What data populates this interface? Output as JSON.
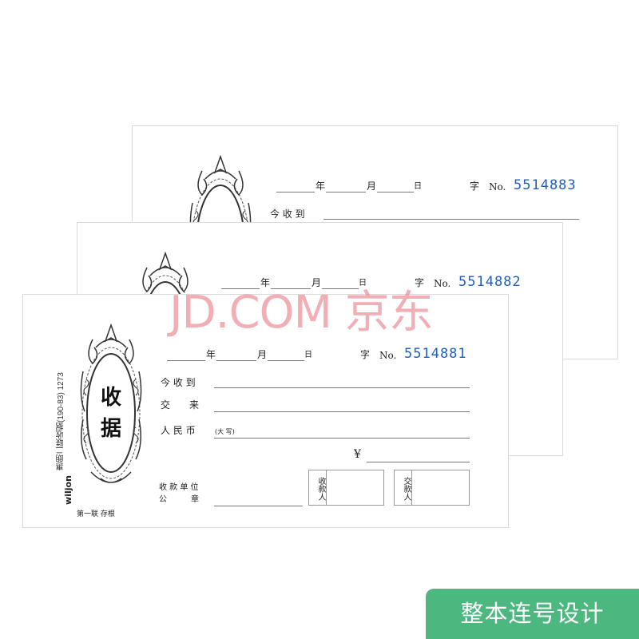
{
  "receipt": {
    "year": "年",
    "month": "月",
    "day": "日",
    "zi": "字",
    "no_prefix": "No.",
    "received_from": "今 收 到",
    "for_payment": "交　　来",
    "rmb": "人 民 币",
    "rmb_capital": "(大 写)",
    "yen": "¥",
    "payee_unit": "收 款 单 位",
    "seal": "公　　　章",
    "payee_box": "收款人",
    "payer_box": "交款人",
    "title_line1": "收",
    "title_line2": "据",
    "vertical_text": "惠朗二联收据(190-83)  1273",
    "brand": "wiljon",
    "copy_label": "第一联  存根"
  },
  "cards": [
    {
      "number": "5514883"
    },
    {
      "number": "5514882"
    },
    {
      "number": "5514881"
    }
  ],
  "watermark": "JD.COM 京东",
  "badge": "整本连号设计",
  "colors": {
    "number": "#1f5fbf",
    "badge": "#4cb87f",
    "watermark": "#e87882"
  }
}
